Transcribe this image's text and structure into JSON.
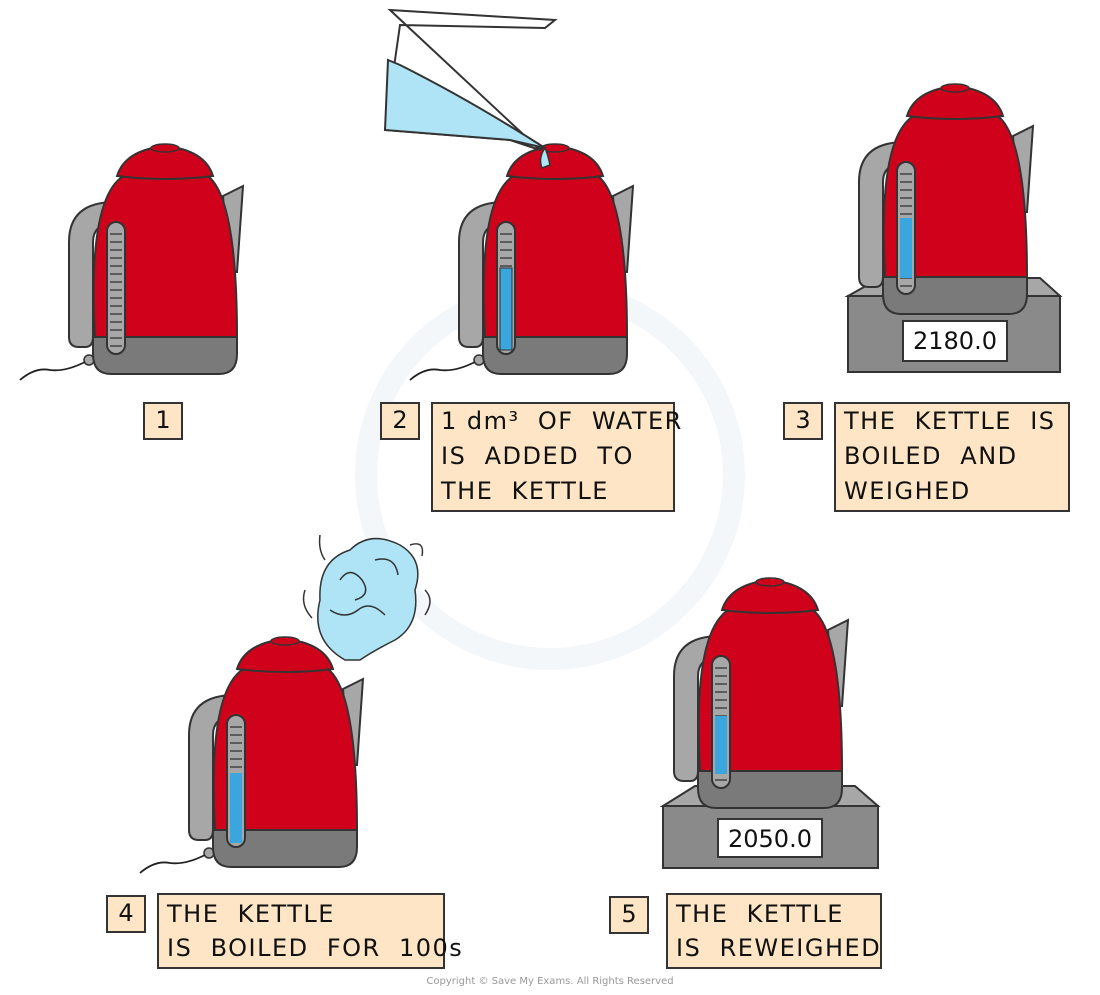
{
  "steps": [
    {
      "number": "1",
      "caption": ""
    },
    {
      "number": "2",
      "caption_lines": [
        "1 dm³  OF  WATER",
        "IS  ADDED  TO",
        "THE  KETTLE"
      ]
    },
    {
      "number": "3",
      "caption_lines": [
        "THE  KETTLE  IS",
        "BOILED  AND",
        "WEIGHED"
      ],
      "scale_reading": "2180.0"
    },
    {
      "number": "4",
      "caption_lines": [
        "THE  KETTLE",
        "IS  BOILED  FOR  100s"
      ]
    },
    {
      "number": "5",
      "caption_lines": [
        "THE  KETTLE",
        "IS  REWEIGHED"
      ],
      "scale_reading": "2050.0"
    }
  ],
  "footer": "Copyright © Save My Exams. All Rights Reserved",
  "colors": {
    "kettle": "#d0021b",
    "handle": "#a7a7a7",
    "base": "#7a7a7a",
    "water": "#3aa6dd",
    "label": "#fde5c5",
    "steam": "#aee4f5",
    "scale": "#8a8a8a"
  }
}
